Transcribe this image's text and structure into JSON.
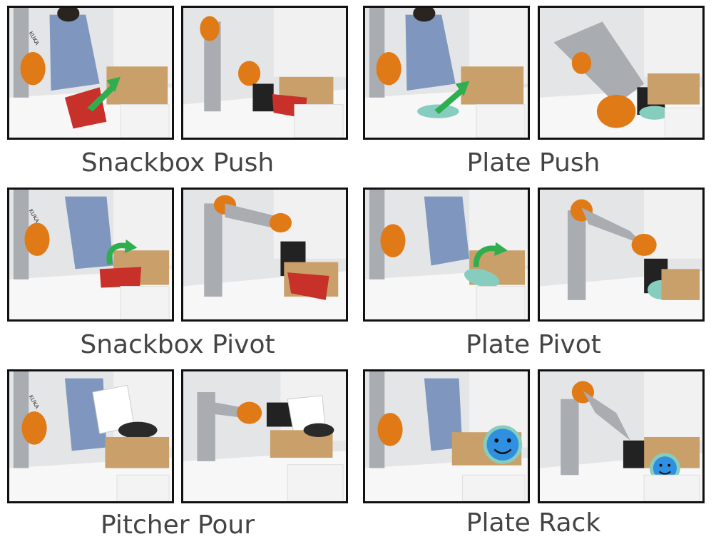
{
  "tasks": [
    {
      "caption": "Snackbox Push"
    },
    {
      "caption": "Plate Push"
    },
    {
      "caption": "Snackbox Pivot"
    },
    {
      "caption": "Plate Pivot"
    },
    {
      "caption": "Pitcher Pour"
    },
    {
      "caption": "Plate Rack"
    }
  ],
  "robot_label": "KUKA",
  "colors": {
    "robot_orange": "#e07a16",
    "robot_gray": "#a9acb0",
    "box_brown": "#c9a06a",
    "arrow_green": "#2fae4f",
    "table_white": "#f7f7f7",
    "snackbox_red": "#c8302a",
    "plate_teal": "#86cdbf",
    "smiley_blue": "#2f8fe0"
  }
}
